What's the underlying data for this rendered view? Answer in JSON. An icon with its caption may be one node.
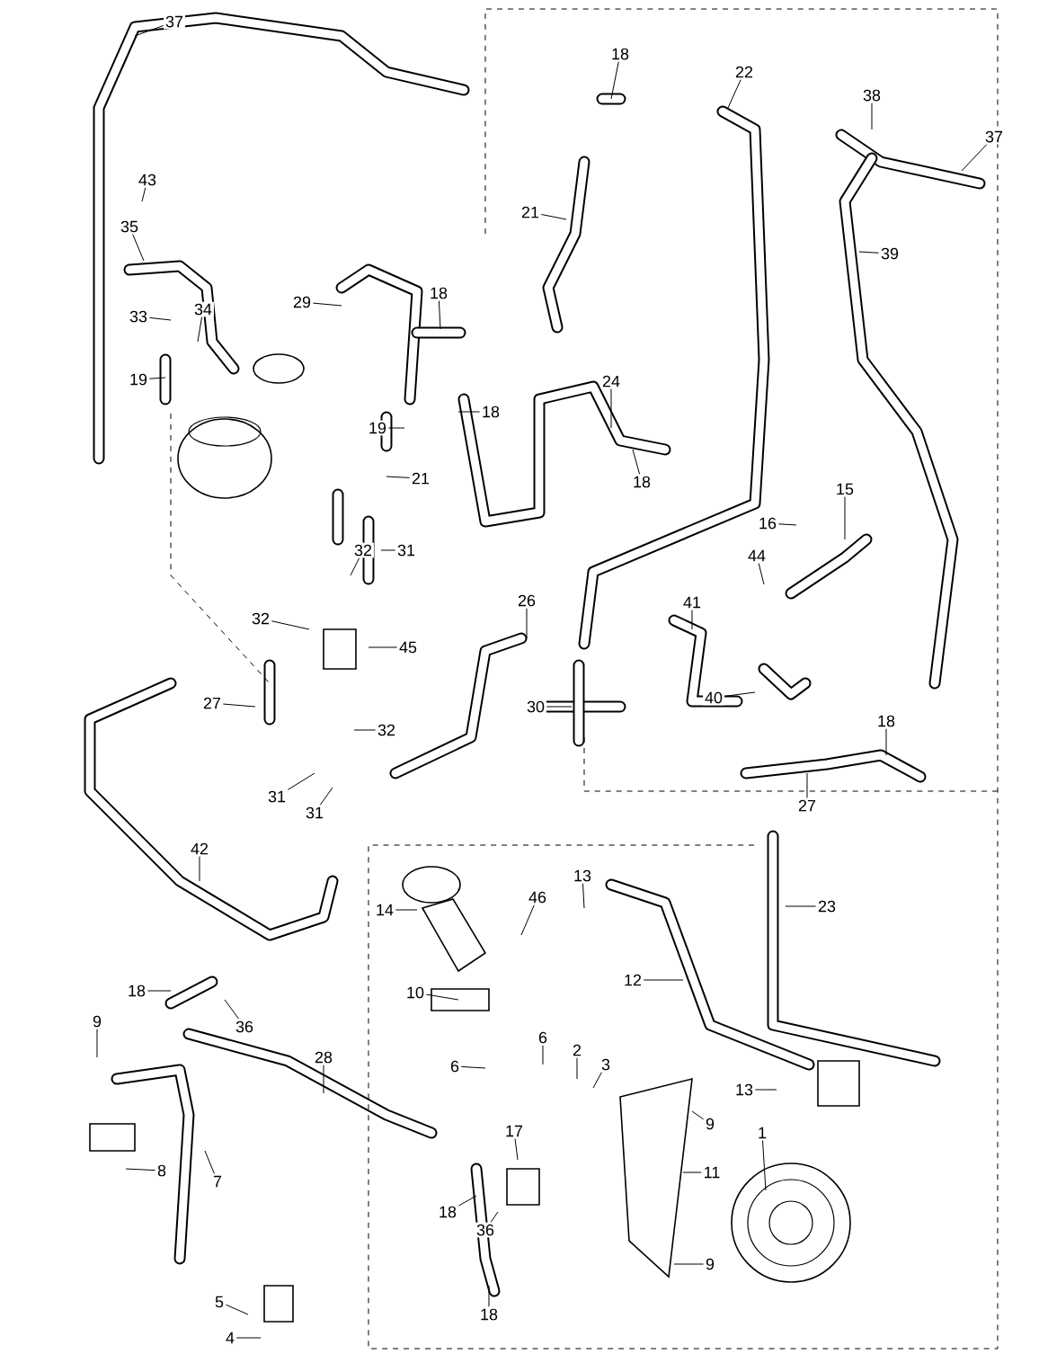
{
  "diagram": {
    "nodes": [
      {
        "text": [
          "37"
        ]
      },
      {
        "text": [
          "43"
        ]
      },
      {
        "text": [
          "35"
        ]
      },
      {
        "text": [
          "33"
        ]
      },
      {
        "text": [
          "34"
        ]
      },
      {
        "text": [
          "19"
        ]
      },
      {
        "text": [
          "29"
        ]
      },
      {
        "text": [
          "18"
        ]
      },
      {
        "text": [
          "21"
        ]
      },
      {
        "text": [
          "18"
        ]
      },
      {
        "text": [
          "22"
        ]
      },
      {
        "text": [
          "38"
        ]
      },
      {
        "text": [
          "37"
        ]
      },
      {
        "text": [
          "39"
        ]
      },
      {
        "text": [
          "19"
        ]
      },
      {
        "text": [
          "18"
        ]
      },
      {
        "text": [
          "24"
        ]
      },
      {
        "text": [
          "18"
        ]
      },
      {
        "text": [
          "21"
        ]
      },
      {
        "text": [
          "32"
        ]
      },
      {
        "text": [
          "31"
        ]
      },
      {
        "text": [
          "16"
        ]
      },
      {
        "text": [
          "15"
        ]
      },
      {
        "text": [
          "44"
        ]
      },
      {
        "text": [
          "41"
        ]
      },
      {
        "text": [
          "45"
        ]
      },
      {
        "text": [
          "32"
        ]
      },
      {
        "text": [
          "26"
        ]
      },
      {
        "text": [
          "30"
        ]
      },
      {
        "text": [
          "40"
        ]
      },
      {
        "text": [
          "27"
        ]
      },
      {
        "text": [
          "32"
        ]
      },
      {
        "text": [
          "31"
        ]
      },
      {
        "text": [
          "31"
        ]
      },
      {
        "text": [
          "18"
        ]
      },
      {
        "text": [
          "27"
        ]
      },
      {
        "text": [
          "42"
        ]
      },
      {
        "text": [
          "14"
        ]
      },
      {
        "text": [
          "46"
        ]
      },
      {
        "text": [
          "13"
        ]
      },
      {
        "text": [
          "23"
        ]
      },
      {
        "text": [
          "10"
        ]
      },
      {
        "text": [
          "12"
        ]
      },
      {
        "text": [
          "18"
        ]
      },
      {
        "text": [
          "36"
        ]
      },
      {
        "text": [
          "9"
        ]
      },
      {
        "text": [
          "28"
        ]
      },
      {
        "text": [
          "6"
        ]
      },
      {
        "text": [
          "2"
        ]
      },
      {
        "text": [
          "3"
        ]
      },
      {
        "text": [
          "6"
        ]
      },
      {
        "text": [
          "13"
        ]
      },
      {
        "text": [
          "9"
        ]
      },
      {
        "text": [
          "8"
        ]
      },
      {
        "text": [
          "7"
        ]
      },
      {
        "text": [
          "17"
        ]
      },
      {
        "text": [
          "11"
        ]
      },
      {
        "text": [
          "1"
        ]
      },
      {
        "text": [
          "18"
        ]
      },
      {
        "text": [
          "36"
        ]
      },
      {
        "text": [
          "9"
        ]
      },
      {
        "text": [
          "5"
        ]
      },
      {
        "text": [
          "4"
        ]
      },
      {
        "text": [
          "18"
        ]
      }
    ],
    "edges": [
      {
        "from": 0,
        "to": null,
        "arrow": "none"
      },
      {
        "from": 1,
        "to": null,
        "arrow": "none"
      },
      {
        "from": 2,
        "to": null,
        "arrow": "none"
      },
      {
        "from": 3,
        "to": null,
        "arrow": "none"
      },
      {
        "from": 4,
        "to": null,
        "arrow": "none"
      },
      {
        "from": 5,
        "to": null,
        "arrow": "none"
      },
      {
        "from": 6,
        "to": null,
        "arrow": "none"
      },
      {
        "from": 7,
        "to": null,
        "arrow": "none"
      },
      {
        "from": 8,
        "to": null,
        "arrow": "none"
      },
      {
        "from": 9,
        "to": null,
        "arrow": "none"
      },
      {
        "from": 10,
        "to": null,
        "arrow": "none"
      },
      {
        "from": 11,
        "to": null,
        "arrow": "none"
      },
      {
        "from": 12,
        "to": null,
        "arrow": "none"
      },
      {
        "from": 13,
        "to": null,
        "arrow": "none"
      },
      {
        "from": 14,
        "to": null,
        "arrow": "none"
      },
      {
        "from": 15,
        "to": null,
        "arrow": "none"
      },
      {
        "from": 16,
        "to": null,
        "arrow": "none"
      },
      {
        "from": 17,
        "to": null,
        "arrow": "none"
      },
      {
        "from": 18,
        "to": null,
        "arrow": "none"
      },
      {
        "from": 19,
        "to": null,
        "arrow": "none"
      },
      {
        "from": 20,
        "to": null,
        "arrow": "none"
      },
      {
        "from": 21,
        "to": null,
        "arrow": "none"
      },
      {
        "from": 22,
        "to": null,
        "arrow": "none"
      },
      {
        "from": 23,
        "to": null,
        "arrow": "none"
      },
      {
        "from": 24,
        "to": null,
        "arrow": "none"
      },
      {
        "from": 25,
        "to": null,
        "arrow": "none"
      },
      {
        "from": 26,
        "to": null,
        "arrow": "none"
      },
      {
        "from": 27,
        "to": null,
        "arrow": "none"
      },
      {
        "from": 28,
        "to": null,
        "arrow": "none"
      },
      {
        "from": 29,
        "to": null,
        "arrow": "none"
      },
      {
        "from": 30,
        "to": null,
        "arrow": "none"
      },
      {
        "from": 31,
        "to": null,
        "arrow": "none"
      },
      {
        "from": 32,
        "to": null,
        "arrow": "none"
      },
      {
        "from": 33,
        "to": null,
        "arrow": "none"
      },
      {
        "from": 34,
        "to": null,
        "arrow": "none"
      },
      {
        "from": 35,
        "to": null,
        "arrow": "none"
      },
      {
        "from": 36,
        "to": null,
        "arrow": "none"
      },
      {
        "from": 37,
        "to": null,
        "arrow": "none"
      },
      {
        "from": 38,
        "to": null,
        "arrow": "none"
      },
      {
        "from": 39,
        "to": null,
        "arrow": "none"
      },
      {
        "from": 40,
        "to": null,
        "arrow": "none"
      },
      {
        "from": 41,
        "to": null,
        "arrow": "none"
      },
      {
        "from": 42,
        "to": null,
        "arrow": "none"
      },
      {
        "from": 43,
        "to": null,
        "arrow": "none"
      },
      {
        "from": 44,
        "to": null,
        "arrow": "none"
      },
      {
        "from": 45,
        "to": null,
        "arrow": "none"
      },
      {
        "from": 46,
        "to": null,
        "arrow": "none"
      },
      {
        "from": 47,
        "to": null,
        "arrow": "none"
      },
      {
        "from": 48,
        "to": null,
        "arrow": "none"
      },
      {
        "from": 49,
        "to": null,
        "arrow": "none"
      },
      {
        "from": 50,
        "to": null,
        "arrow": "none"
      },
      {
        "from": 51,
        "to": null,
        "arrow": "none"
      },
      {
        "from": 52,
        "to": null,
        "arrow": "none"
      },
      {
        "from": 53,
        "to": null,
        "arrow": "none"
      },
      {
        "from": 54,
        "to": null,
        "arrow": "none"
      },
      {
        "from": 55,
        "to": null,
        "arrow": "none"
      },
      {
        "from": 56,
        "to": null,
        "arrow": "none"
      },
      {
        "from": 57,
        "to": null,
        "arrow": "none"
      },
      {
        "from": 58,
        "to": null,
        "arrow": "none"
      },
      {
        "from": 59,
        "to": null,
        "arrow": "none"
      },
      {
        "from": 60,
        "to": null,
        "arrow": "none"
      },
      {
        "from": 61,
        "to": null,
        "arrow": "none"
      },
      {
        "from": 62,
        "to": null,
        "arrow": "none"
      },
      {
        "from": 63,
        "to": null,
        "arrow": "none"
      }
    ]
  }
}
